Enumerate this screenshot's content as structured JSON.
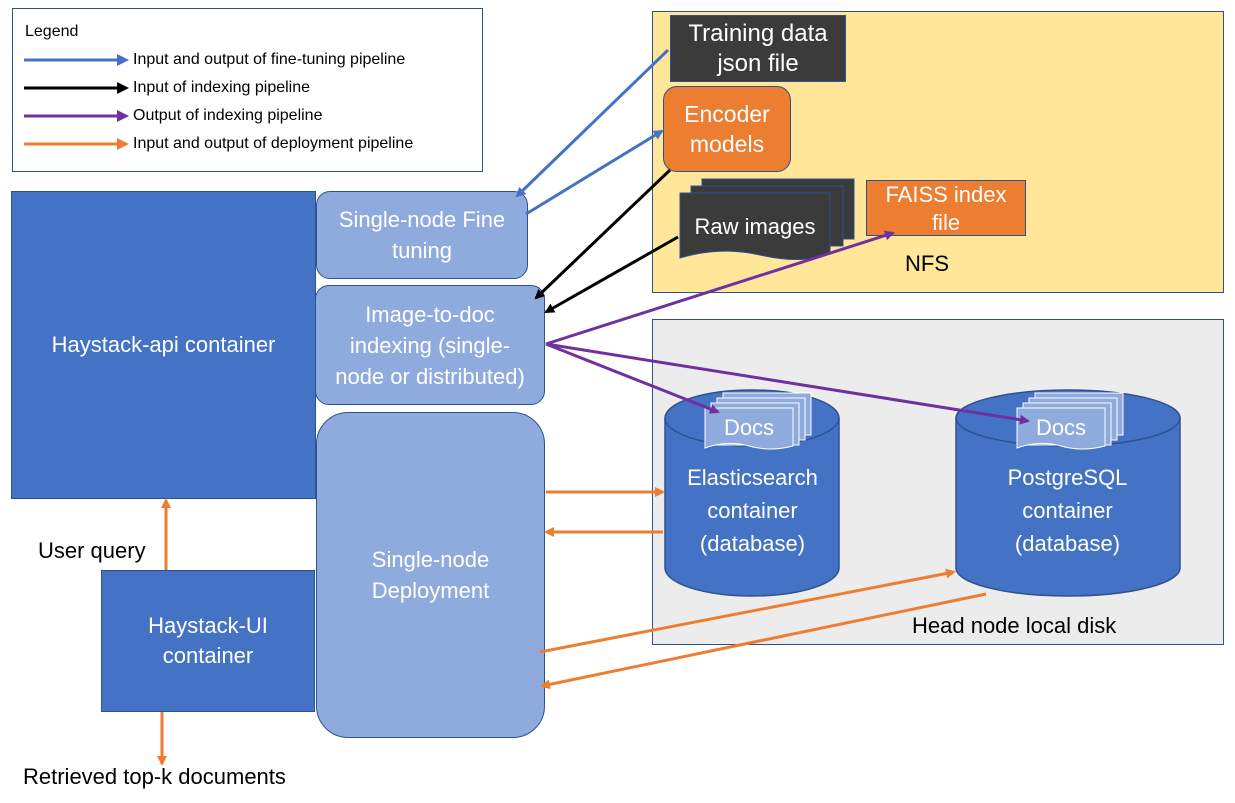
{
  "legend": {
    "title": "Legend",
    "items": [
      {
        "label": "Input and output of fine-tuning pipeline",
        "color": "#4472C4"
      },
      {
        "label": "Input of indexing pipeline",
        "color": "#000000"
      },
      {
        "label": "Output of indexing pipeline",
        "color": "#7030A0"
      },
      {
        "label": "Input and output of deployment pipeline",
        "color": "#ED7D31"
      }
    ]
  },
  "nfs": {
    "label": "NFS",
    "training_data": "Training data json file",
    "encoder_models": "Encoder models",
    "raw_images": "Raw images",
    "faiss_index": "FAISS index file"
  },
  "head_node": {
    "label": "Head node local disk",
    "elasticsearch": {
      "docs": "Docs",
      "label": "Elasticsearch container (database)"
    },
    "postgres": {
      "docs": "Docs",
      "label": "PostgreSQL container (database)"
    }
  },
  "api_container": "Haystack-api container",
  "ui_container": "Haystack-UI container",
  "fine_tuning": "Single-node Fine tuning",
  "indexing": "Image-to-doc indexing (single-node or distributed)",
  "deployment": "Single-node Deployment",
  "user_query": "User query",
  "retrieved": "Retrieved top-k documents",
  "colors": {
    "blue": "#4472C4",
    "light_blue": "#8FAADC",
    "orange": "#ED7D31",
    "purple": "#7030A0",
    "nfs_bg": "#FFE699",
    "disk_bg": "#ECECEC",
    "dark": "#3B3B3B"
  }
}
